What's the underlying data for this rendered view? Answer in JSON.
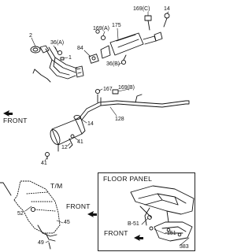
{
  "diagram": {
    "callouts": {
      "c2": "2",
      "c36a": "36(A)",
      "c1": "1",
      "c84": "84",
      "c169a": "169(A)",
      "c175": "175",
      "c169c": "169(C)",
      "c14top": "14",
      "c36b": "36(B)",
      "c167": "167",
      "c169b": "169(B)",
      "c128": "128",
      "c14mid": "14",
      "c41a": "41",
      "c12": "12",
      "c41b": "41",
      "c52": "52",
      "c45": "45",
      "c49": "49",
      "cb51": "B-51",
      "c151": "151",
      "c383": "383"
    },
    "front_label_1": "FRONT",
    "front_label_2": "FRONT",
    "front_label_3": "FRONT",
    "tm_label": "T/M",
    "floor_panel_label": "FLOOR PANEL"
  }
}
